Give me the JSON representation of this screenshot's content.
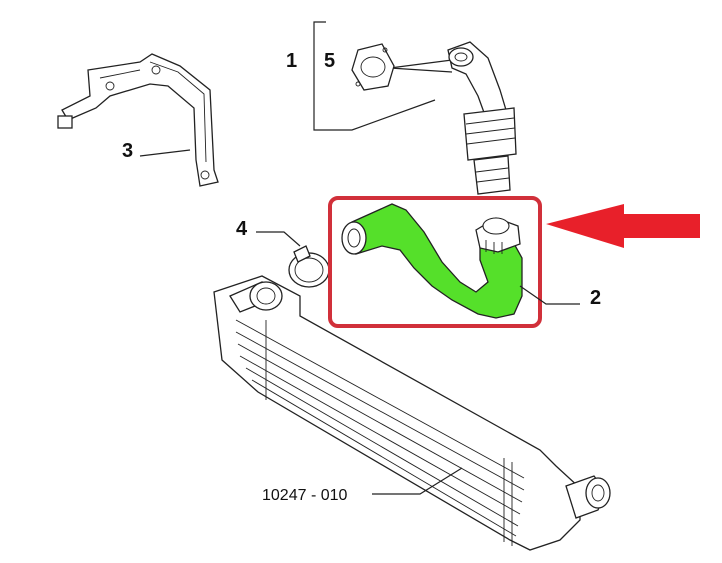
{
  "callouts": {
    "one": "1",
    "two": "2",
    "three": "3",
    "four": "4",
    "five": "5"
  },
  "reference_number": "10247 - 010",
  "colors": {
    "highlight_hose": "#55e02a",
    "highlight_box": "#d1303a",
    "arrow": "#e8202a"
  }
}
